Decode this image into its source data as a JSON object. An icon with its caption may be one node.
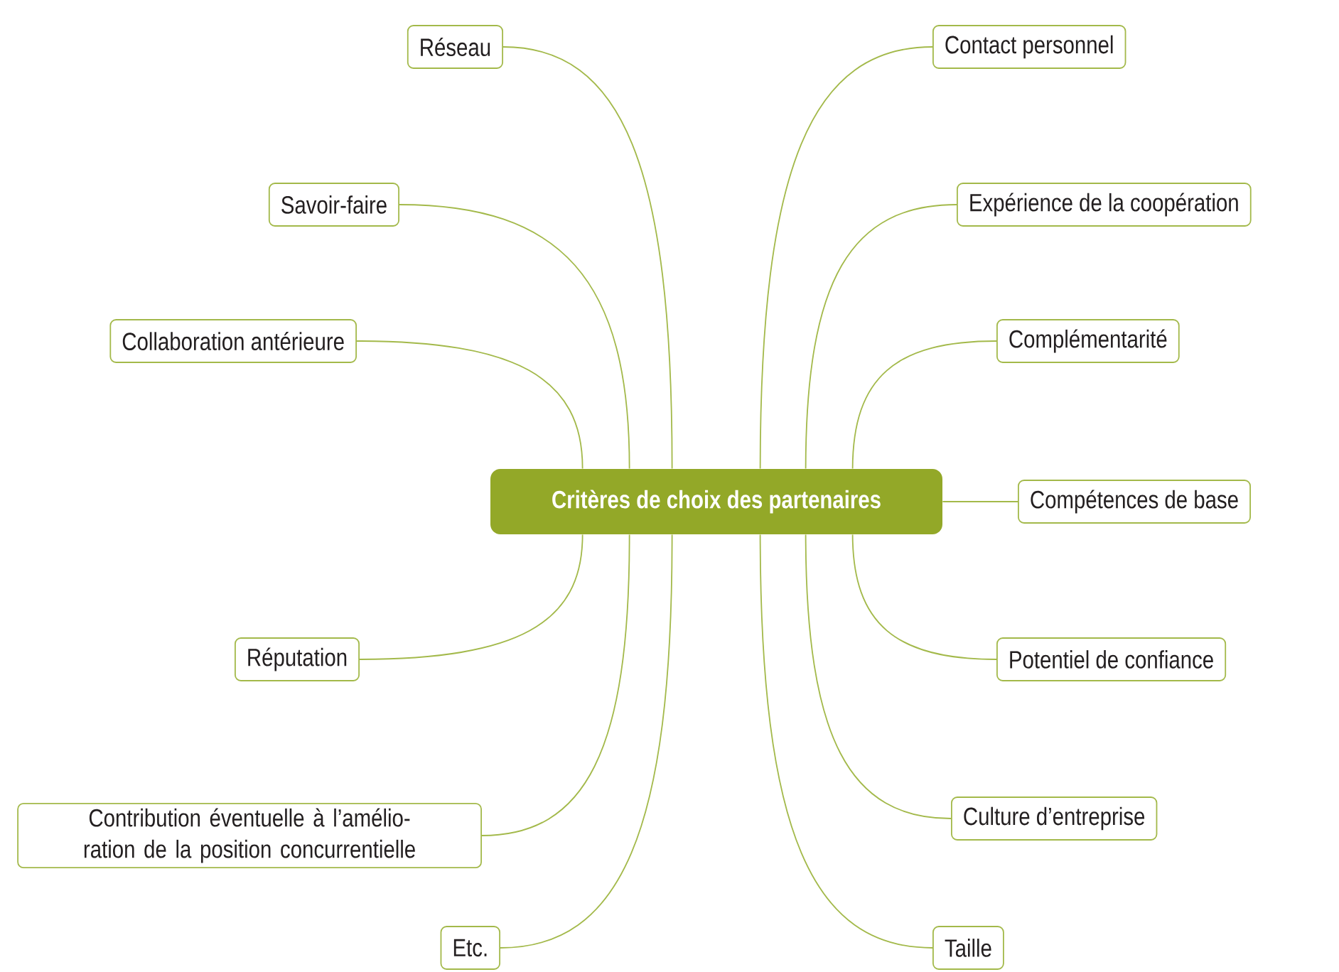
{
  "diagram": {
    "nodes": [
      {
        "text": [
          "Critères de choix des partenaires"
        ]
      },
      {
        "text": [
          "Réseau"
        ]
      },
      {
        "text": [
          "Savoir-faire"
        ]
      },
      {
        "text": [
          "Collaboration antérieure"
        ]
      },
      {
        "text": [
          "Réputation"
        ]
      },
      {
        "text": [
          "Contribution éventuelle à l’amélio- ration de la position concurrentielle"
        ]
      },
      {
        "text": [
          "Etc."
        ]
      },
      {
        "text": [
          "Contact personnel"
        ]
      },
      {
        "text": [
          "Expérience de la coopération"
        ]
      },
      {
        "text": [
          "Complémentarité"
        ]
      },
      {
        "text": [
          "Compétences de base"
        ]
      },
      {
        "text": [
          "Potentiel de confiance"
        ]
      },
      {
        "text": [
          "Culture d’entreprise"
        ]
      },
      {
        "text": [
          "Taille"
        ]
      }
    ],
    "edges": [
      {
        "from": 0,
        "to": 1,
        "arrow": "none"
      },
      {
        "from": 0,
        "to": 2,
        "arrow": "none"
      },
      {
        "from": 0,
        "to": 3,
        "arrow": "none"
      },
      {
        "from": 0,
        "to": 4,
        "arrow": "none"
      },
      {
        "from": 0,
        "to": 5,
        "arrow": "none"
      },
      {
        "from": 0,
        "to": 6,
        "arrow": "none"
      },
      {
        "from": 0,
        "to": 7,
        "arrow": "none"
      },
      {
        "from": 0,
        "to": 8,
        "arrow": "none"
      },
      {
        "from": 0,
        "to": 9,
        "arrow": "none"
      },
      {
        "from": 0,
        "to": 10,
        "arrow": "none"
      },
      {
        "from": 0,
        "to": 11,
        "arrow": "none"
      },
      {
        "from": 0,
        "to": 12,
        "arrow": "none"
      },
      {
        "from": 0,
        "to": 13,
        "arrow": "none"
      }
    ]
  }
}
